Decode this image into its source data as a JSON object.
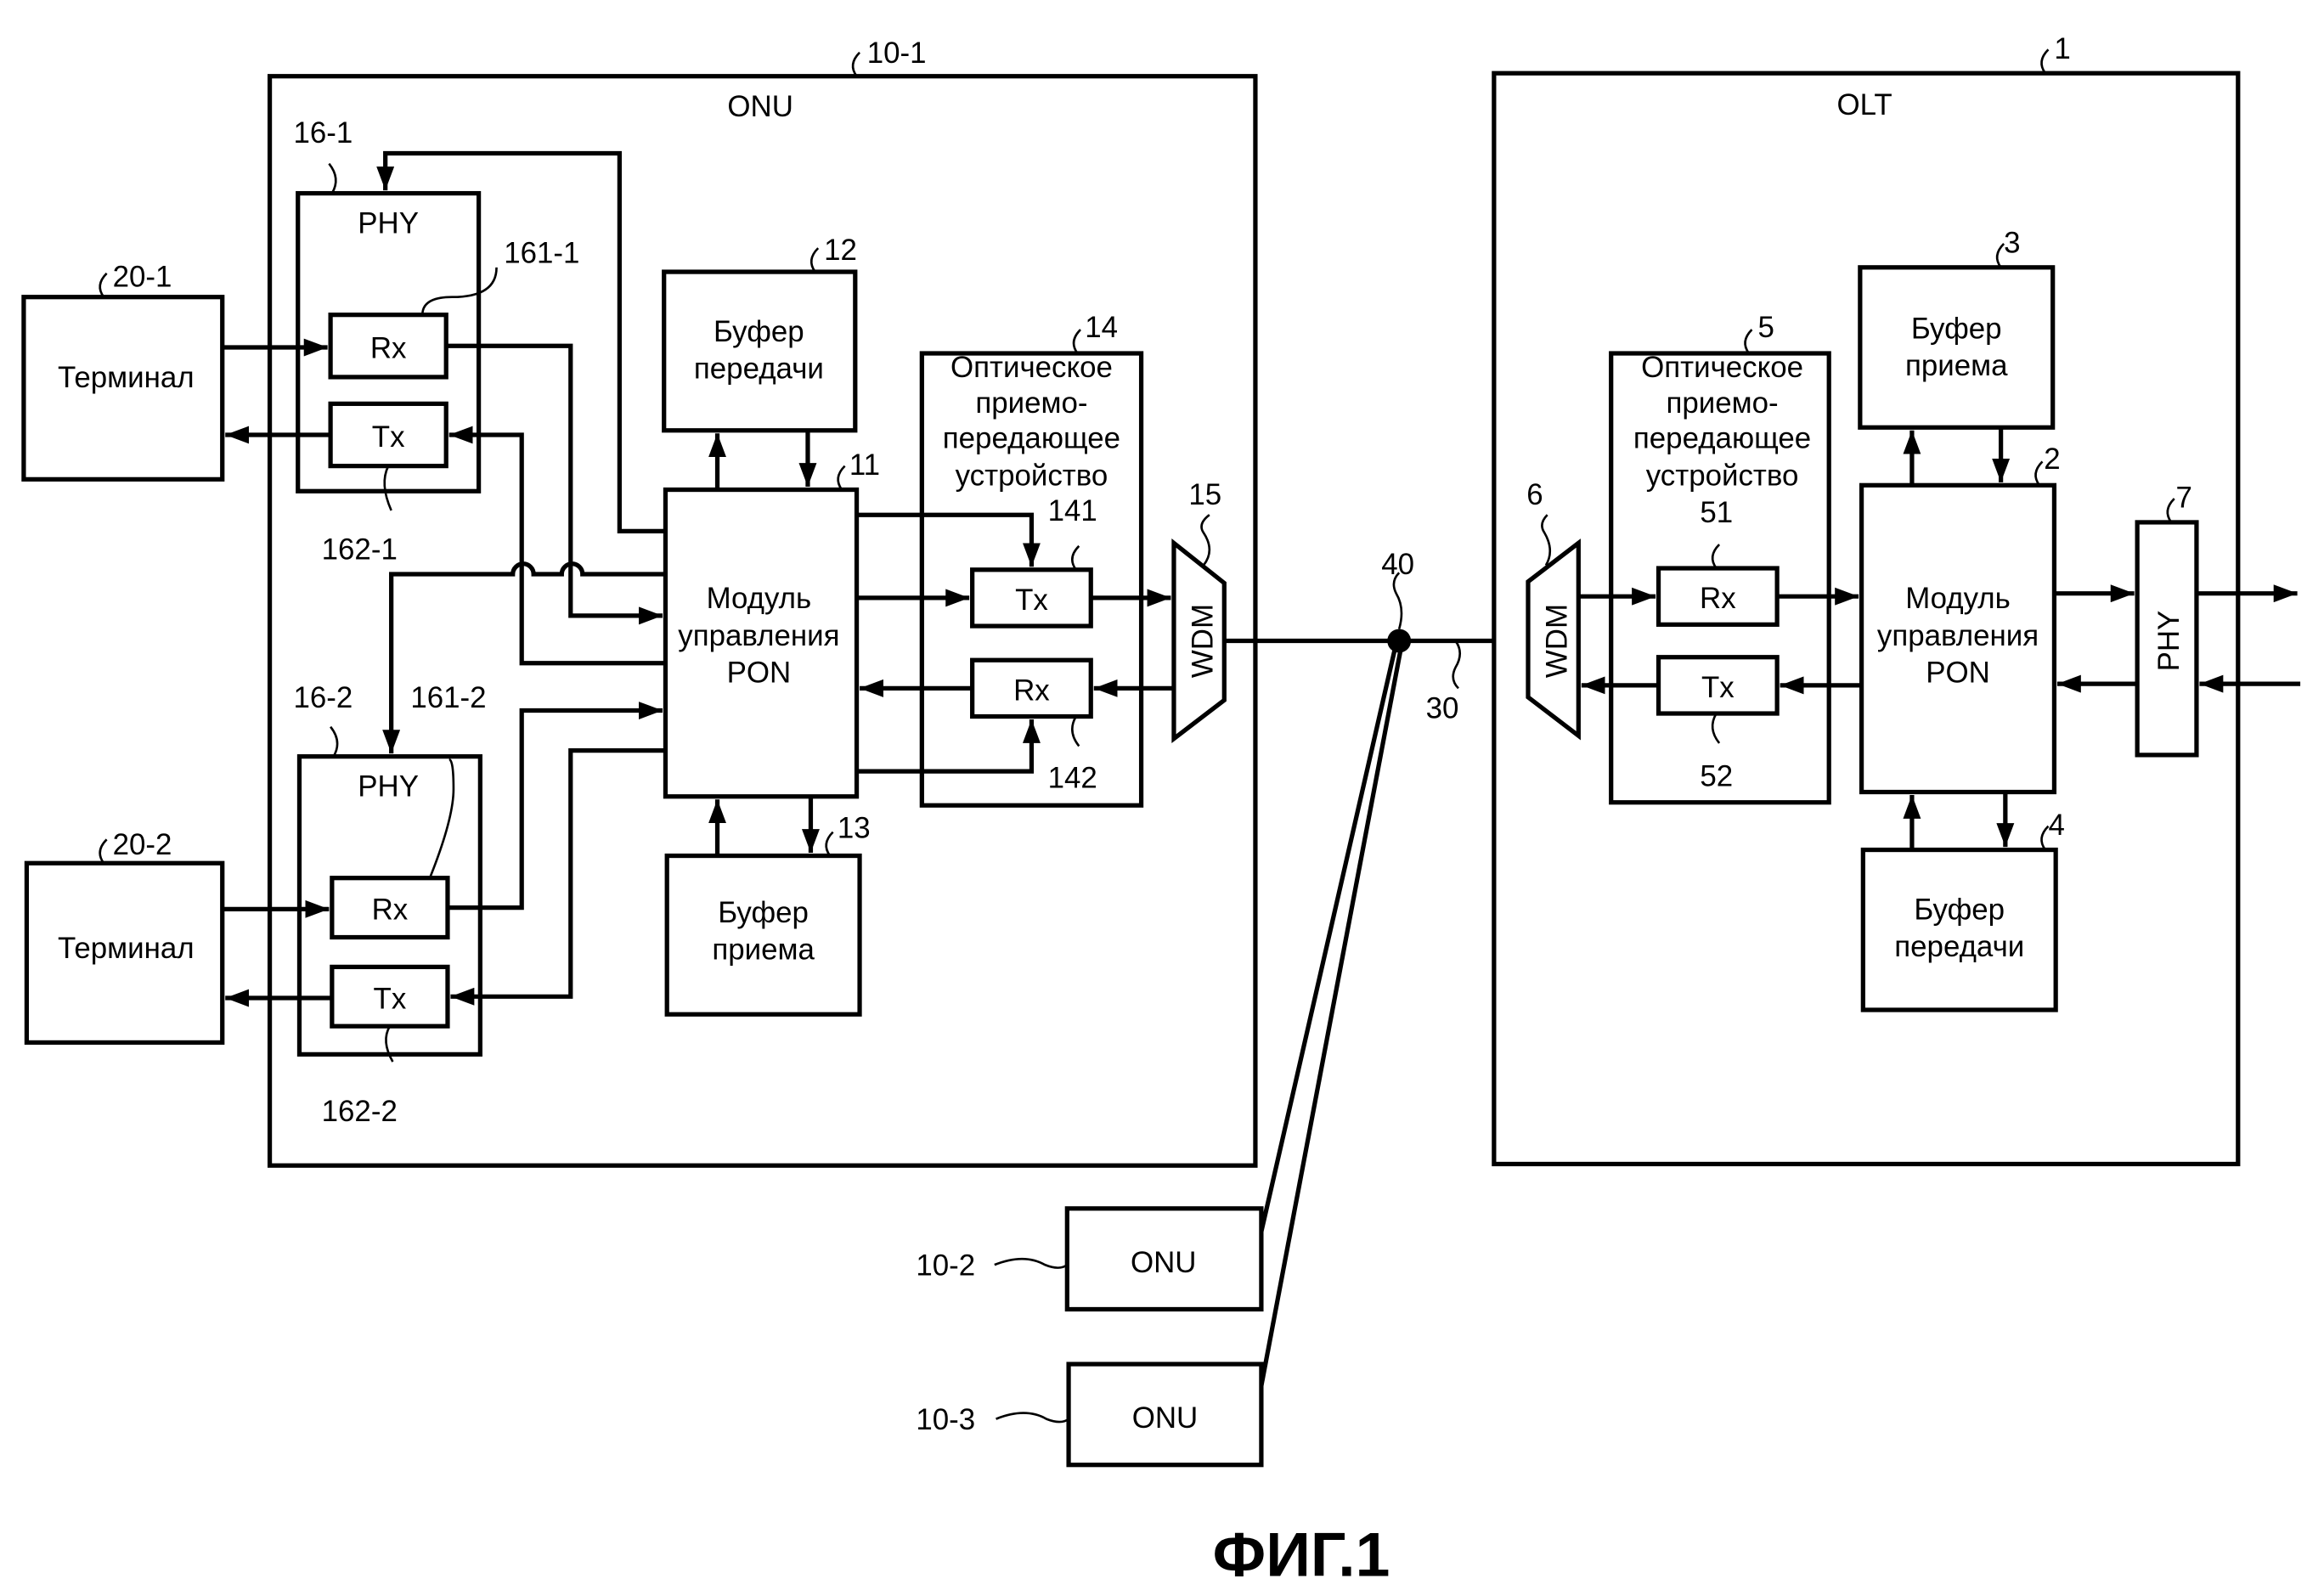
{
  "figure": {
    "caption": "ФИГ.1",
    "onu_main": {
      "ref": "10-1",
      "title": "ONU",
      "phy1": {
        "ref": "16-1",
        "label": "PHY",
        "rx": {
          "label": "Rx",
          "ref": "161-1"
        },
        "tx": {
          "label": "Tx",
          "ref": "162-1"
        }
      },
      "phy2": {
        "ref": "16-2",
        "label": "PHY",
        "rx": {
          "label": "Rx",
          "ref": "161-2"
        },
        "tx": {
          "label": "Tx",
          "ref": "162-2"
        }
      },
      "tx_buffer": {
        "ref": "12",
        "line1": "Буфер",
        "line2": "передачи"
      },
      "rx_buffer": {
        "ref": "13",
        "line1": "Буфер",
        "line2": "приема"
      },
      "pon_ctrl": {
        "ref": "11",
        "line1": "Модуль",
        "line2": "управления",
        "line3": "PON"
      },
      "transceiver": {
        "ref": "14",
        "line1": "Оптическое",
        "line2": "приемо-",
        "line3": "передающее",
        "line4": "устройство",
        "tx": {
          "label": "Tx",
          "ref": "141"
        },
        "rx": {
          "label": "Rx",
          "ref": "142"
        }
      },
      "wdm": {
        "ref": "15",
        "label": "WDM"
      }
    },
    "terminals": [
      {
        "ref": "20-1",
        "label": "Терминал"
      },
      {
        "ref": "20-2",
        "label": "Терминал"
      }
    ],
    "splitter": {
      "ref": "40"
    },
    "fiber": {
      "ref": "30"
    },
    "other_onus": [
      {
        "ref": "10-2",
        "label": "ONU"
      },
      {
        "ref": "10-3",
        "label": "ONU"
      }
    ],
    "olt": {
      "ref": "1",
      "title": "OLT",
      "wdm": {
        "ref": "6",
        "label": "WDM"
      },
      "transceiver": {
        "ref": "5",
        "line1": "Оптическое",
        "line2": "приемо-",
        "line3": "передающее",
        "line4": "устройство",
        "rx": {
          "label": "Rx",
          "ref": "51"
        },
        "tx": {
          "label": "Tx",
          "ref": "52"
        }
      },
      "rx_buffer": {
        "ref": "3",
        "line1": "Буфер",
        "line2": "приема"
      },
      "tx_buffer": {
        "ref": "4",
        "line1": "Буфер",
        "line2": "передачи"
      },
      "pon_ctrl": {
        "ref": "2",
        "line1": "Модуль",
        "line2": "управления",
        "line3": "PON"
      },
      "phy": {
        "ref": "7",
        "label": "PHY"
      }
    }
  }
}
